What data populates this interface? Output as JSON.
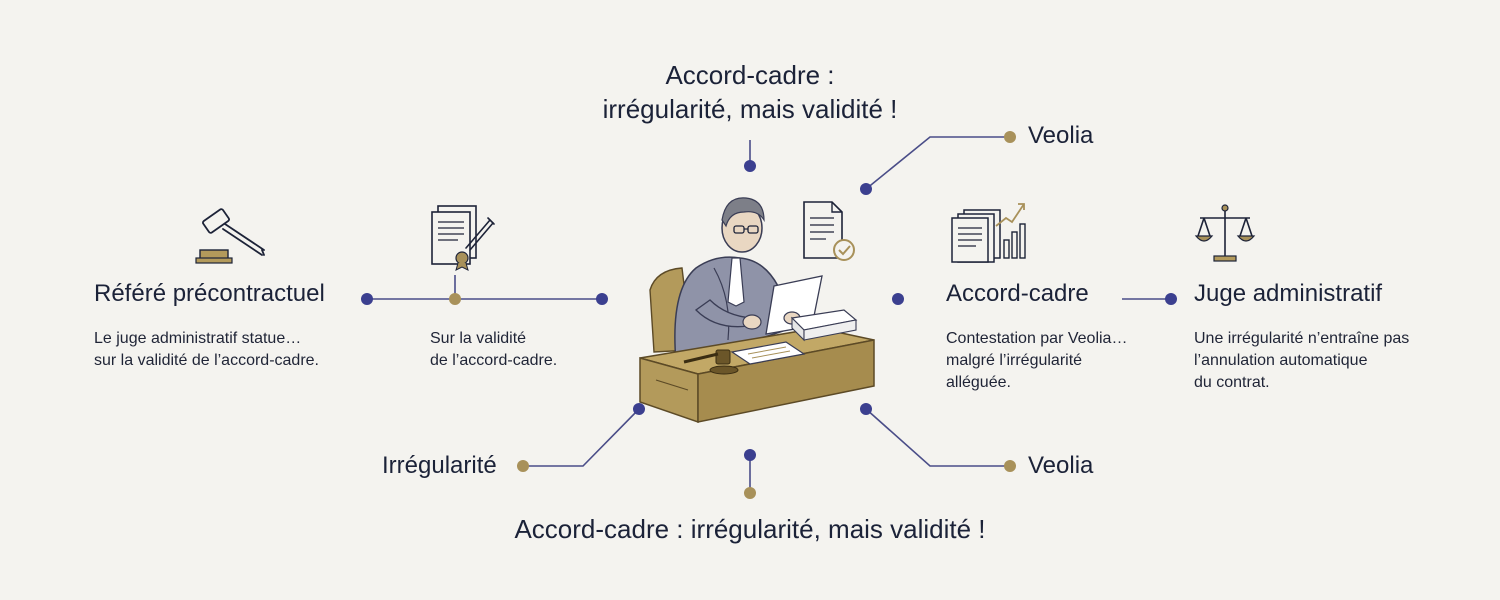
{
  "top_heading": {
    "line1": "Accord-cadre :",
    "line2": "irrégularité, mais validité !"
  },
  "bottom_heading": "Accord-cadre : irrégularité, mais validité !",
  "left_section": {
    "title": "Référé précontractuel",
    "desc_line1": "Le juge administratif statue…",
    "desc_line2": "sur la validité de l’accord-cadre."
  },
  "validity_note": {
    "line1": "Sur la validité",
    "line2": "de l’accord-cadre."
  },
  "right_section": {
    "title": "Accord-cadre",
    "desc_line1": "Contestation par Veolia…",
    "desc_line2": "malgré l’irrégularité",
    "desc_line3": "alléguée."
  },
  "judge_section": {
    "title": "Juge administratif",
    "desc_line1": "Une irrégularité n’entraîne pas",
    "desc_line2": "l’annulation automatique",
    "desc_line3": "du contrat."
  },
  "labels": {
    "veolia_top": "Veolia",
    "veolia_bottom": "Veolia",
    "irregularite": "Irrégularité"
  },
  "colors": {
    "navy": "#3b3f8f",
    "gold": "#a8915a",
    "line": "#4a4d88",
    "desk": "#b39a5b",
    "text": "#1b2238"
  },
  "icons": [
    "gavel-icon",
    "signed-document-icon",
    "approved-document-icon",
    "chart-document-icon",
    "scales-of-justice-icon",
    "judge-at-desk-illustration"
  ]
}
